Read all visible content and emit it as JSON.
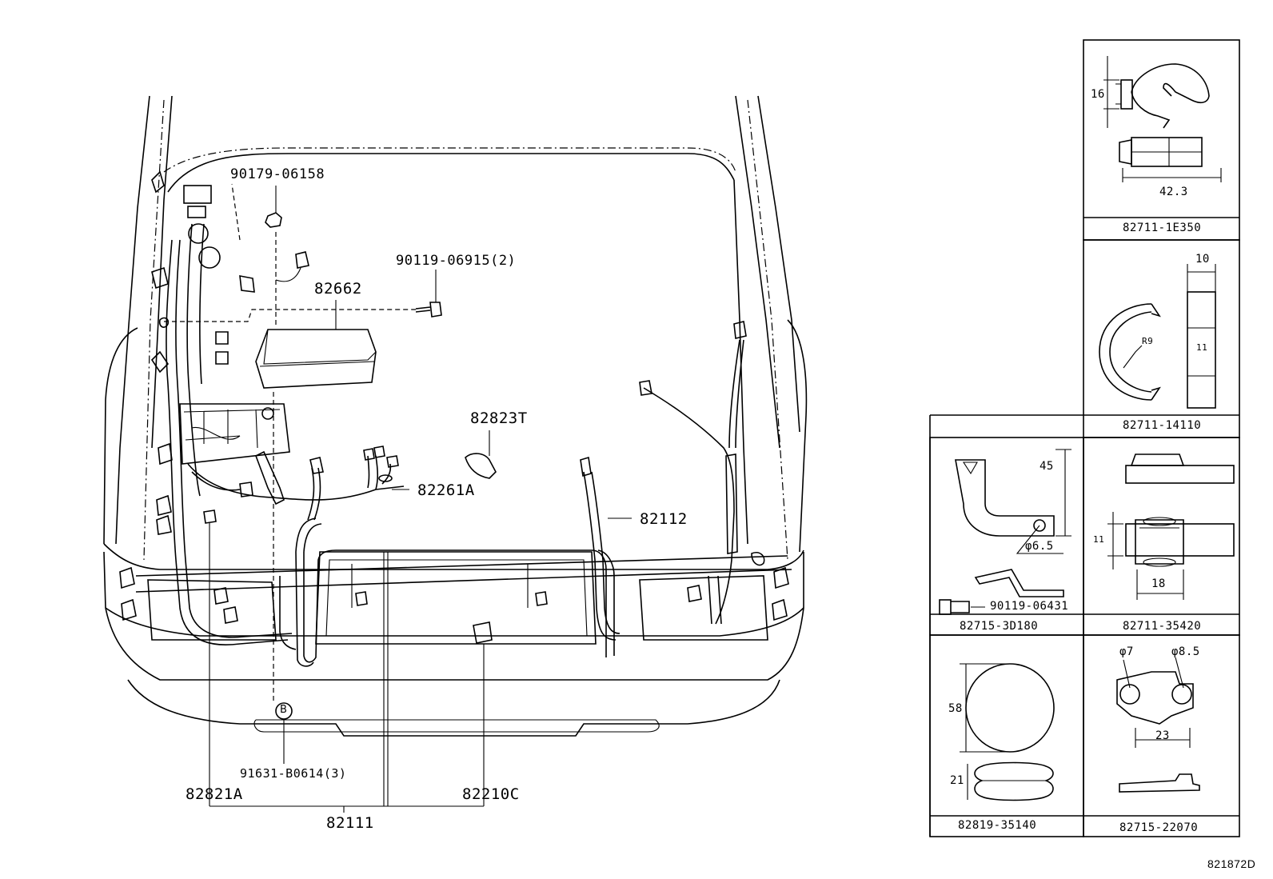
{
  "diagram_id": "821872D",
  "main_labels": {
    "bolt_top": "90179-06158",
    "screw_2": "90119-06915(2)",
    "block": "82662",
    "protector": "82823T",
    "wire_engine": "82261A",
    "wire_front": "82112",
    "clip_left": "82821A",
    "bolt_b": "91631-B0614(3)",
    "clip_right": "82210C",
    "wire_main": "82111",
    "circle_b": "B"
  },
  "parts": [
    {
      "part_no": "82711-1E350",
      "dims": [
        "16",
        "42.3"
      ]
    },
    {
      "part_no": "82711-14110",
      "dims": [
        "10",
        "R9",
        "11"
      ]
    },
    {
      "part_no": "82715-3D180",
      "dims": [
        "45",
        "φ6.5"
      ],
      "extra": "90119-06431"
    },
    {
      "part_no": "82711-35420",
      "dims": [
        "11",
        "18"
      ]
    },
    {
      "part_no": "82819-35140",
      "dims": [
        "58",
        "21"
      ]
    },
    {
      "part_no": "82715-22070",
      "dims": [
        "φ7",
        "φ8.5",
        "23"
      ]
    }
  ]
}
